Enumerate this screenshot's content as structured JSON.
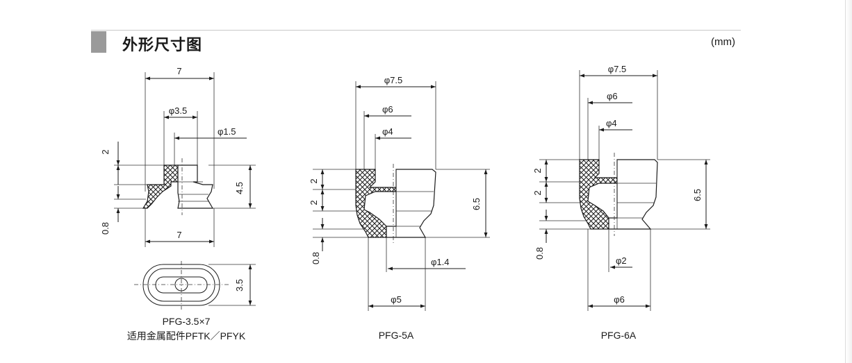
{
  "header": {
    "title": "外形尺寸图",
    "units": "(mm)"
  },
  "models": [
    {
      "caption_line1": "PFG-3.5×7",
      "caption_line2": "适用金属配件PFTK／PFYK",
      "dims": {
        "top_width": "7",
        "d1": "φ3.5",
        "d2": "φ1.5",
        "h_top": "2",
        "h_total": "4.5",
        "h_lip": "0.8",
        "bottom_width": "7",
        "oval_height": "3.5"
      }
    },
    {
      "caption": "PFG-5A",
      "dims": {
        "d_outer": "φ7.5",
        "d_mid": "φ6",
        "d_inner": "φ4",
        "h1": "2",
        "h2": "2",
        "h_total": "6.5",
        "h_lip": "0.8",
        "d_hole": "φ1.4",
        "d_bottom": "φ5"
      }
    },
    {
      "caption": "PFG-6A",
      "dims": {
        "d_outer": "φ7.5",
        "d_mid": "φ6",
        "d_inner": "φ4",
        "h1": "2",
        "h2": "2",
        "h_total": "6.5",
        "h_lip": "0.8",
        "d_hole": "φ2",
        "d_bottom": "φ6"
      }
    }
  ]
}
